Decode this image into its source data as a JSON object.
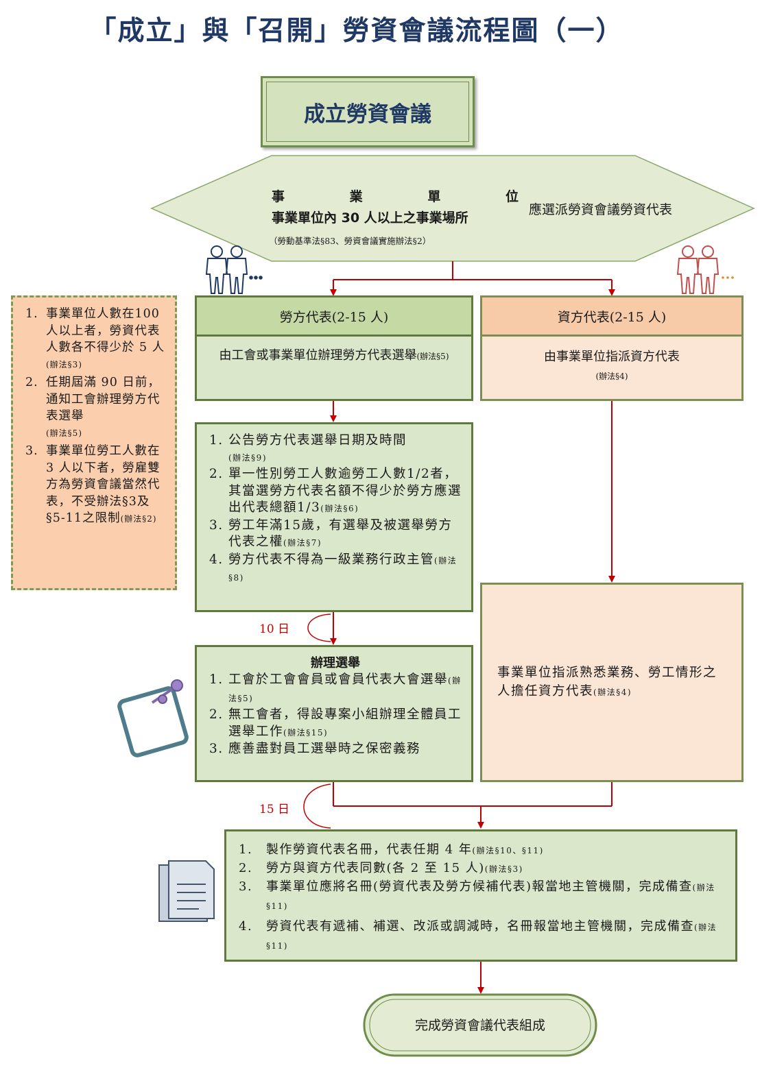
{
  "title": "「成立」與「召開」勞資會議流程圖（一）",
  "title_box": "成立勞資會議",
  "hexagon": {
    "line1_chars": [
      "事",
      "業",
      "單",
      "位"
    ],
    "line2": "事業單位內 30 人以上之事業場所",
    "line3": "應選派勞資會議勞資代表",
    "note": "（勞動基準法§83、勞資會議實施辦法§2）"
  },
  "labor_header": "勞方代表(2-15 人)",
  "employer_header": "資方代表(2-15 人)",
  "labor_method": {
    "text": "由工會或事業單位辦理勞方代表選舉",
    "ref": "(辦法§5)"
  },
  "employer_method": {
    "text": "由事業單位指派資方代表",
    "ref": "(辦法§4)"
  },
  "side_note": [
    {
      "num": "1.",
      "text": "事業單位人數在100人以上者，勞資代表人數各不得少於 5 人",
      "ref": "(辦法§3)"
    },
    {
      "num": "2.",
      "text": "任期屆滿 90 日前，通知工會辦理勞方代表選舉",
      "ref": "(辦法§5)"
    },
    {
      "num": "3.",
      "text": "事業單位勞工人數在 3 人以下者，勞雇雙方為勞資會議當然代表，不受辦法§3及§5-11之限制",
      "ref": "(辦法§2)"
    }
  ],
  "announce": [
    {
      "num": "1.",
      "text": "公告勞方代表選舉日期及時間",
      "ref": "(辦法§9)"
    },
    {
      "num": "2.",
      "text": "單一性別勞工人數逾勞工人數1/2者，其當選勞方代表名額不得少於勞方應選出代表總額1/3",
      "ref": "(辦法§6)"
    },
    {
      "num": "3.",
      "text": "勞工年滿15歲，有選舉及被選舉勞方代表之權",
      "ref": "(辦法§7)"
    },
    {
      "num": "4.",
      "text": "勞方代表不得為一級業務行政主管",
      "ref": "(辦法§8)"
    }
  ],
  "days_10": "10 日",
  "days_15": "15 日",
  "election": {
    "title": "辦理選舉",
    "items": [
      {
        "num": "1.",
        "text": "工會於工會會員或會員代表大會選舉",
        "ref": "(辦法§5)"
      },
      {
        "num": "2.",
        "text": "無工會者，得設專案小組辦理全體員工選舉工作",
        "ref": "(辦法§15)"
      },
      {
        "num": "3.",
        "text": "應善盡對員工選舉時之保密義務",
        "ref": ""
      }
    ]
  },
  "employer_assign": {
    "text": "事業單位指派熟悉業務、勞工情形之人擔任資方代表",
    "ref": "(辦法§4)"
  },
  "roster": [
    {
      "num": "1.",
      "text": "製作勞資代表名冊，代表任期 4 年",
      "ref": "(辦法§10、§11)"
    },
    {
      "num": "2.",
      "text": "勞方與資方代表同數(各 2 至 15 人)",
      "ref": "(辦法§3)"
    },
    {
      "num": "3.",
      "text": "事業單位應將名冊(勞資代表及勞方候補代表)報當地主管機關，完成備查",
      "ref": "(辦法§11)"
    },
    {
      "num": "4.",
      "text": "勞資代表有遞補、補選、改派或調減時，名冊報當地主管機關，完成備查",
      "ref": "(辦法§11)"
    }
  ],
  "final": "完成勞資會議代表組成",
  "colors": {
    "title": "#1f3864",
    "arrow": "#c00000",
    "green_fill": "#dbe7ca",
    "green_header": "#c5d9a4",
    "peach_fill": "#fbe5d5",
    "peach_header": "#f8cba8",
    "side_note_fill": "#fbcfae",
    "labor_people": "#1f3864",
    "employer_people": "#c0504d"
  }
}
